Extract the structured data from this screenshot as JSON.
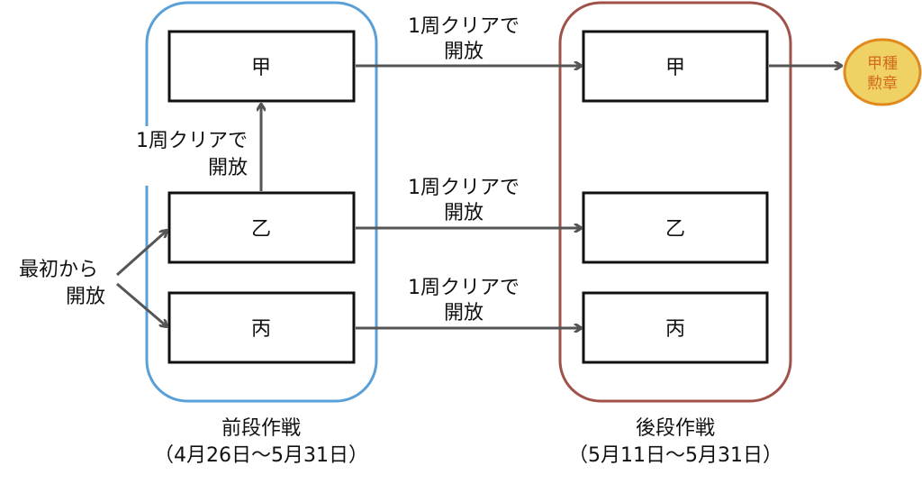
{
  "colors": {
    "first_phase": "#5aa0d8",
    "second_phase": "#a0524a",
    "medal_fill": "#f0d264",
    "medal_stroke": "#e08a1e",
    "medal_text": "#d2691e",
    "arrow": "#555555"
  },
  "first_phase": {
    "title": "前段作戦",
    "period": "（4月26日～5月31日）",
    "stages": [
      "甲",
      "乙",
      "丙"
    ]
  },
  "second_phase": {
    "title": "後段作戦",
    "period": "（5月11日～5月31日）",
    "stages": [
      "甲",
      "乙",
      "丙"
    ]
  },
  "initial_label": {
    "line1": "最初から",
    "line2": "開放"
  },
  "unlock_label": {
    "line1": "1周クリアで",
    "line2": "開放"
  },
  "medal": {
    "line1": "甲種",
    "line2": "勲章"
  }
}
